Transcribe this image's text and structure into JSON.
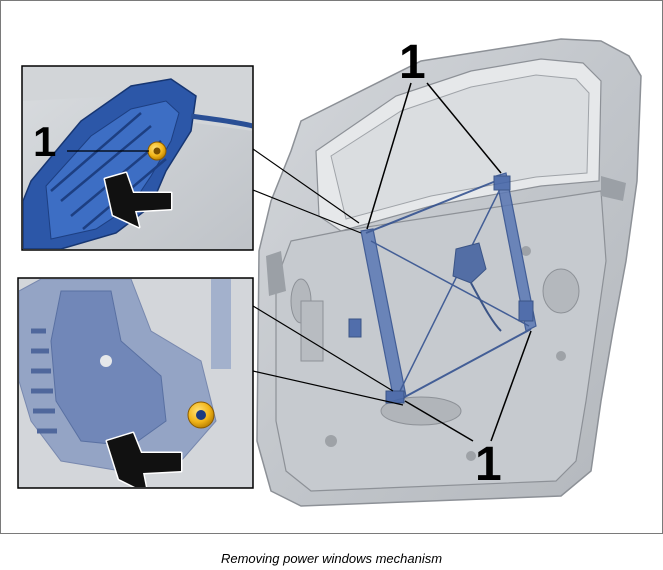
{
  "figure": {
    "callouts": [
      {
        "id": "top",
        "text": "1"
      },
      {
        "id": "inset",
        "text": "1"
      },
      {
        "id": "bottom",
        "text": "1"
      }
    ]
  },
  "caption": "Removing power windows mechanism"
}
